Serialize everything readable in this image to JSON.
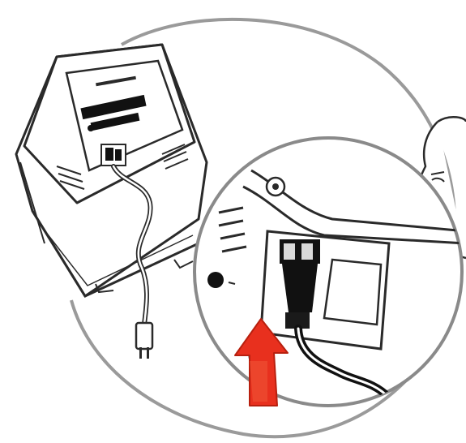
{
  "illustration": {
    "objects": [
      "device-housing",
      "power-cord",
      "plug",
      "magnified-connector",
      "viewer-face",
      "insert-arrow"
    ],
    "colors": {
      "line": "#2a2a2a",
      "fill": "#ffffff",
      "shade": "#d9d9d9",
      "arrow": "#e8301e",
      "dark": "#111111"
    }
  }
}
